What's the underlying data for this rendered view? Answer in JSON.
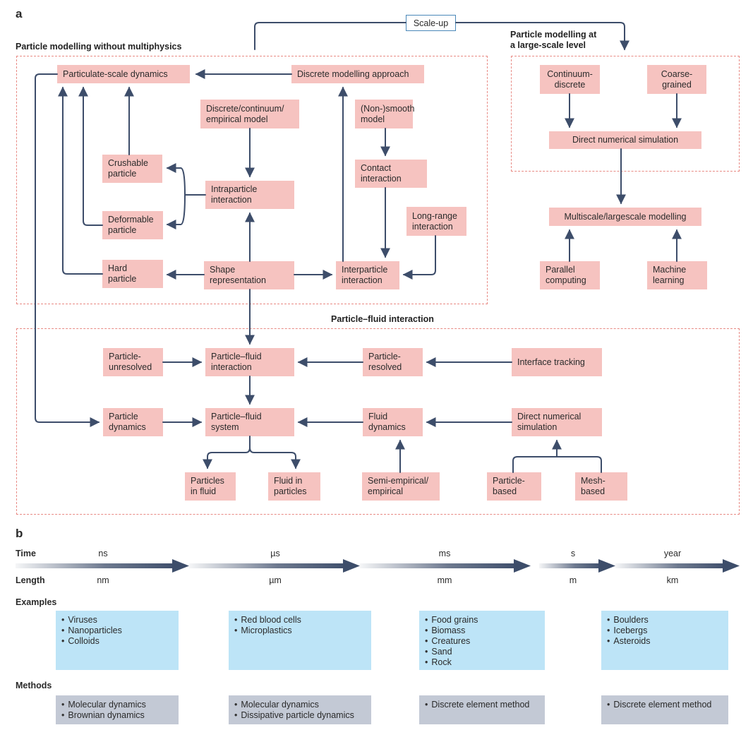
{
  "panel_a": {
    "letter": "a",
    "scale_up": "Scale-up",
    "sections": {
      "without_multiphysics": "Particle modelling without multiphysics",
      "large_scale": "Particle modelling at\na large-scale level",
      "particle_fluid": "Particle–fluid interaction"
    },
    "nodes": {
      "particulate_scale_dynamics": "Particulate-scale dynamics",
      "discrete_modelling_approach": "Discrete modelling approach",
      "discrete_continuum_empirical": "Discrete/continuum/\nempirical model",
      "non_smooth_model": "(Non-)smooth\nmodel",
      "crushable_particle": "Crushable\nparticle",
      "intraparticle_interaction": "Intraparticle\ninteraction",
      "contact_interaction": "Contact\ninteraction",
      "deformable_particle": "Deformable\nparticle",
      "long_range_interaction": "Long-range\ninteraction",
      "hard_particle": "Hard\nparticle",
      "shape_representation": "Shape\nrepresentation",
      "interparticle_interaction": "Interparticle\ninteraction",
      "continuum_discrete": "Continuum-\ndiscrete",
      "coarse_grained": "Coarse-\ngrained",
      "dns_top": "Direct numerical simulation",
      "multiscale_modelling": "Multiscale/largescale modelling",
      "parallel_computing": "Parallel\ncomputing",
      "machine_learning": "Machine\nlearning",
      "particle_unresolved": "Particle-\nunresolved",
      "pf_interaction": "Particle–fluid\ninteraction",
      "particle_resolved": "Particle-\nresolved",
      "interface_tracking": "Interface tracking",
      "particle_dynamics": "Particle\ndynamics",
      "pf_system": "Particle–fluid\nsystem",
      "fluid_dynamics": "Fluid\ndynamics",
      "dns_bottom": "Direct numerical\nsimulation",
      "particles_in_fluid": "Particles\nin fluid",
      "fluid_in_particles": "Fluid in\nparticles",
      "semi_empirical": "Semi-empirical/\nempirical",
      "particle_based": "Particle-\nbased",
      "mesh_based": "Mesh-\nbased"
    }
  },
  "panel_b": {
    "letter": "b",
    "row_labels": {
      "time": "Time",
      "length": "Length",
      "examples": "Examples",
      "methods": "Methods"
    },
    "time_units": [
      "ns",
      "µs",
      "ms",
      "s",
      "year"
    ],
    "length_units": [
      "nm",
      "µm",
      "mm",
      "m",
      "km"
    ],
    "examples": [
      [
        "Viruses",
        "Nanoparticles",
        "Colloids"
      ],
      [
        "Red blood cells",
        "Microplastics"
      ],
      [
        "Food grains",
        "Biomass",
        "Creatures",
        "Sand",
        "Rock"
      ],
      [
        "Boulders",
        "Icebergs",
        "Asteroids"
      ]
    ],
    "methods": [
      [
        "Molecular dynamics",
        "Brownian dynamics"
      ],
      [
        "Molecular dynamics",
        "Dissipative particle dynamics"
      ],
      [
        "Discrete element method"
      ],
      [
        "Discrete element method"
      ]
    ],
    "colors": {
      "node": "#f6c3c0",
      "dashed_border": "#e88a84",
      "arrow": "#3d4d6a",
      "example_card": "#bde4f7",
      "method_card": "#c3c9d5"
    }
  }
}
